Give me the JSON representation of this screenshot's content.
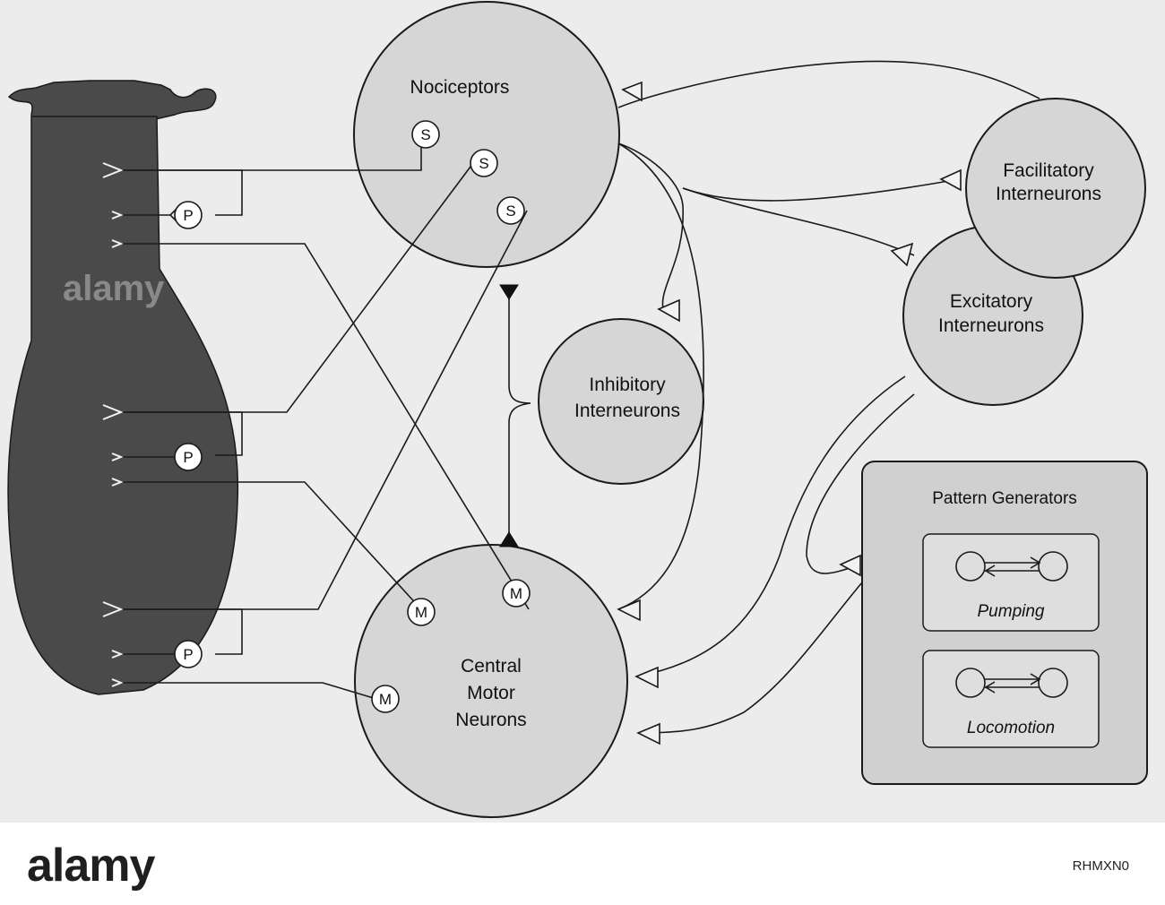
{
  "diagram": {
    "nodes": {
      "nociceptors": "Nociceptors",
      "facilitatory_1": "Facilitatory",
      "facilitatory_2": "Interneurons",
      "excitatory_1": "Excitatory",
      "excitatory_2": "Interneurons",
      "inhibitory_1": "Inhibitory",
      "inhibitory_2": "Interneurons",
      "motor_1": "Central",
      "motor_2": "Motor",
      "motor_3": "Neurons"
    },
    "sensory_letter": "S",
    "motor_letter": "M",
    "pressure_letter": "P",
    "pattern_generators": {
      "title": "Pattern Generators",
      "pumping": "Pumping",
      "locomotion": "Locomotion"
    }
  },
  "footer": {
    "brand": "alamy",
    "image_id": "RHMXN0",
    "watermark": "alamy"
  },
  "colors": {
    "background": "#ececec",
    "body_fill": "#4a4a4a",
    "node_fill": "#d6d6d6",
    "stroke": "#1a1a1a"
  }
}
